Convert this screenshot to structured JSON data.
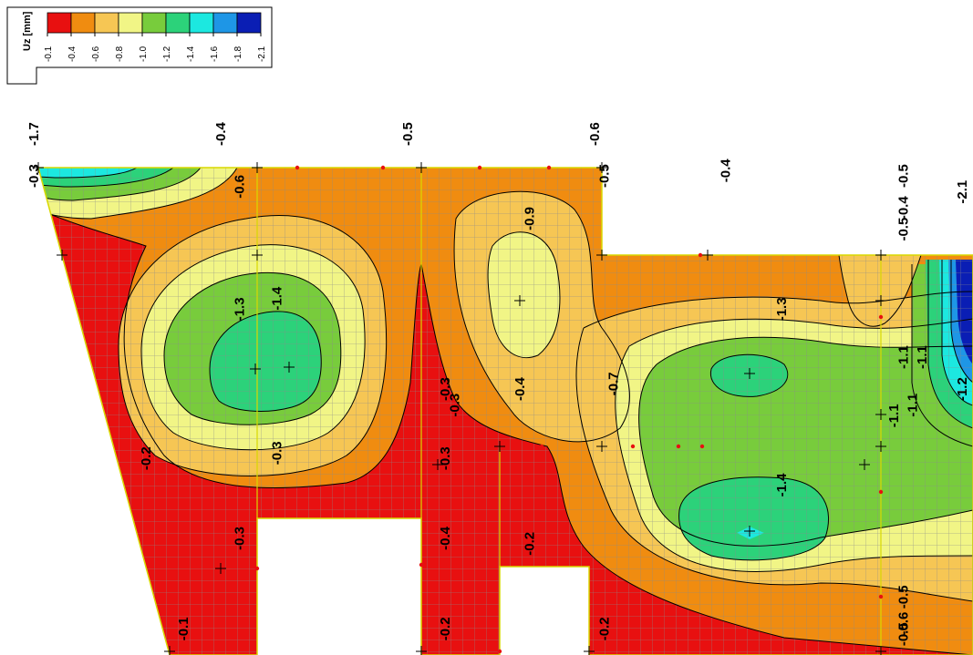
{
  "chart_data": {
    "type": "heatmap",
    "legend": {
      "title": "Uz [mm]",
      "placement": "top-left",
      "ticks": [
        "-0.1",
        "-0.4",
        "-0.6",
        "-0.8",
        "-1.0",
        "-1.2",
        "-1.4",
        "-1.6",
        "-1.8",
        "-2.1"
      ],
      "colors": [
        "#e81010",
        "#f08c10",
        "#f6c654",
        "#f1f586",
        "#78cc3c",
        "#2cd27a",
        "#1ce8e0",
        "#1e96e6",
        "#0a1eb4"
      ]
    },
    "annotations": [
      {
        "text": "-1.7",
        "x": 0.0,
        "y": 0.0
      },
      {
        "text": "-0.4",
        "x": 0.2,
        "y": 0.0
      },
      {
        "text": "-0.5",
        "x": 0.4,
        "y": 0.0
      },
      {
        "text": "-0.6",
        "x": 0.6,
        "y": 0.0
      },
      {
        "text": "-0.3",
        "x": 0.0,
        "y": 0.13
      },
      {
        "text": "-0.6",
        "x": 0.22,
        "y": 0.15
      },
      {
        "text": "-1.3",
        "x": 0.22,
        "y": 0.38
      },
      {
        "text": "-1.4",
        "x": 0.26,
        "y": 0.36
      },
      {
        "text": "-0.9",
        "x": 0.53,
        "y": 0.21
      },
      {
        "text": "-0.5",
        "x": 0.61,
        "y": 0.13
      },
      {
        "text": "-0.4",
        "x": 0.74,
        "y": 0.12
      },
      {
        "text": "-0.4",
        "x": 0.93,
        "y": 0.19
      },
      {
        "text": "-0.5",
        "x": 0.93,
        "y": 0.13
      },
      {
        "text": "-0.5",
        "x": 0.93,
        "y": 0.23
      },
      {
        "text": "-2.1",
        "x": 1.0,
        "y": 0.16
      },
      {
        "text": "-1.3",
        "x": 0.8,
        "y": 0.38
      },
      {
        "text": "-1.1",
        "x": 0.93,
        "y": 0.47
      },
      {
        "text": "-1.1",
        "x": 0.95,
        "y": 0.47
      },
      {
        "text": "-1.1",
        "x": 0.94,
        "y": 0.56
      },
      {
        "text": "-1.1",
        "x": 0.92,
        "y": 0.58
      },
      {
        "text": "-1.2",
        "x": 1.0,
        "y": 0.53
      },
      {
        "text": "-0.7",
        "x": 0.62,
        "y": 0.52
      },
      {
        "text": "-0.4",
        "x": 0.52,
        "y": 0.53
      },
      {
        "text": "-0.3",
        "x": 0.44,
        "y": 0.53
      },
      {
        "text": "-0.3",
        "x": 0.45,
        "y": 0.56
      },
      {
        "text": "-0.2",
        "x": 0.12,
        "y": 0.66
      },
      {
        "text": "-0.3",
        "x": 0.26,
        "y": 0.65
      },
      {
        "text": "-0.3",
        "x": 0.44,
        "y": 0.66
      },
      {
        "text": "-0.3",
        "x": 0.22,
        "y": 0.81
      },
      {
        "text": "-0.4",
        "x": 0.44,
        "y": 0.81
      },
      {
        "text": "-0.2",
        "x": 0.53,
        "y": 0.82
      },
      {
        "text": "-1.4",
        "x": 0.8,
        "y": 0.71
      },
      {
        "text": "-0.1",
        "x": 0.16,
        "y": 0.98
      },
      {
        "text": "-0.2",
        "x": 0.44,
        "y": 0.98
      },
      {
        "text": "-0.2",
        "x": 0.61,
        "y": 0.98
      },
      {
        "text": "-0.5",
        "x": 0.93,
        "y": 0.92
      },
      {
        "text": "-0.6",
        "x": 0.93,
        "y": 0.97
      },
      {
        "text": "-0.5",
        "x": 0.93,
        "y": 0.99
      }
    ]
  }
}
